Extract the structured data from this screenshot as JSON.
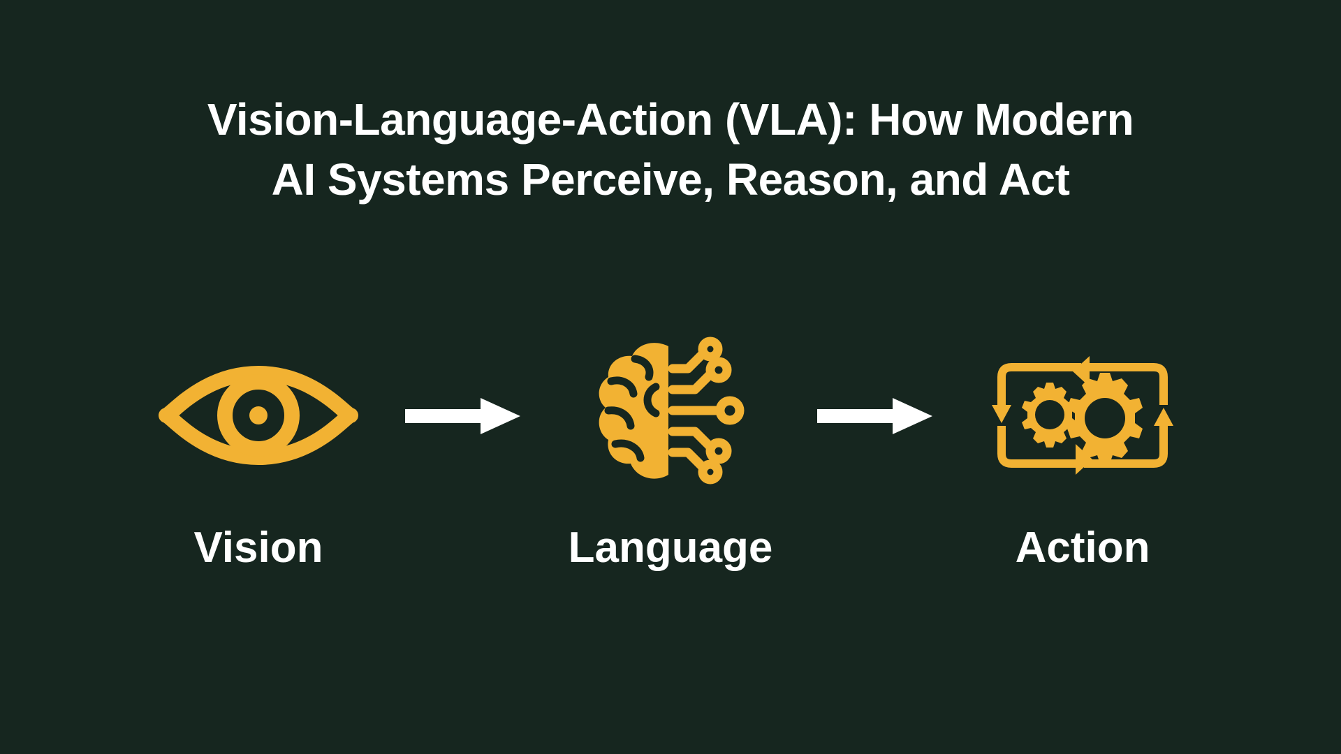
{
  "theme": {
    "background_color": "#16261f",
    "accent_color": "#F2B233",
    "text_color": "#ffffff"
  },
  "title": {
    "line1": "Vision-Language-Action (VLA): How Modern",
    "line2": "AI Systems Perceive, Reason, and Act",
    "full": "Vision-Language-Action (VLA): How Modern AI Systems Perceive, Reason, and Act"
  },
  "pipeline": {
    "stages": [
      {
        "label": "Vision",
        "icon": "eye-icon"
      },
      {
        "label": "Language",
        "icon": "brain-circuit-icon"
      },
      {
        "label": "Action",
        "icon": "gears-cycle-icon"
      }
    ],
    "connectors": [
      {
        "icon": "arrow-right-icon"
      },
      {
        "icon": "arrow-right-icon"
      }
    ]
  }
}
